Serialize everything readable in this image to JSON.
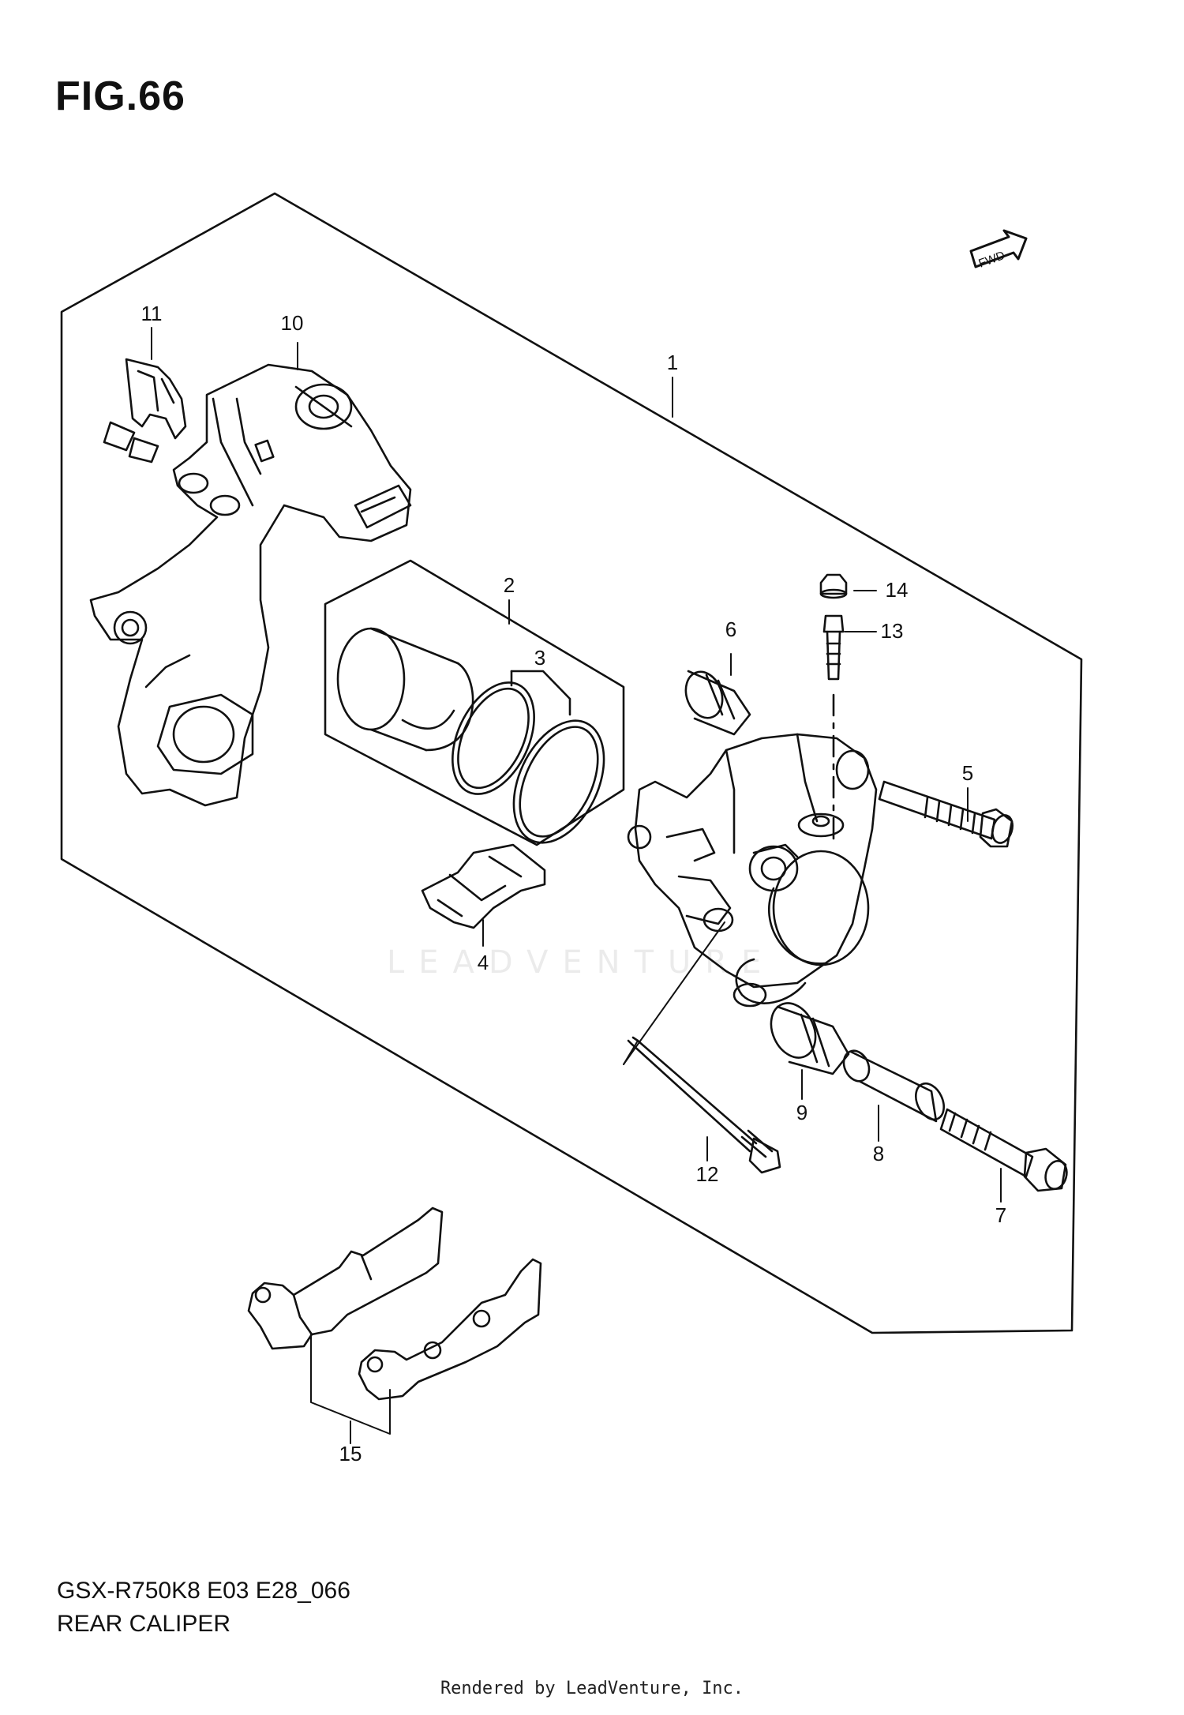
{
  "figure": {
    "title": "FIG.66",
    "model_code": "GSX-R750K8 E03 E28_066",
    "section_name": "REAR CALIPER",
    "rendered_by": "Rendered by LeadVenture, Inc.",
    "watermark": "LEADVENTURE",
    "direction_badge": "FWD"
  },
  "callouts": [
    {
      "id": "c1",
      "label": "1"
    },
    {
      "id": "c2",
      "label": "2"
    },
    {
      "id": "c3",
      "label": "3"
    },
    {
      "id": "c4",
      "label": "4"
    },
    {
      "id": "c5",
      "label": "5"
    },
    {
      "id": "c6",
      "label": "6"
    },
    {
      "id": "c7",
      "label": "7"
    },
    {
      "id": "c8",
      "label": "8"
    },
    {
      "id": "c9",
      "label": "9"
    },
    {
      "id": "c10",
      "label": "10"
    },
    {
      "id": "c11",
      "label": "11"
    },
    {
      "id": "c12",
      "label": "12"
    },
    {
      "id": "c13",
      "label": "13"
    },
    {
      "id": "c14",
      "label": "14"
    },
    {
      "id": "c15",
      "label": "15"
    }
  ]
}
